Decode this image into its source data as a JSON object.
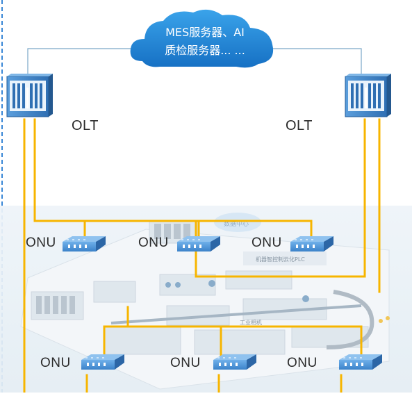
{
  "cloud": {
    "line1": "MES服务器、AI",
    "line2": "质检服务器... ..."
  },
  "olt": {
    "left_label": "OLT",
    "right_label": "OLT"
  },
  "onu_label": "ONU",
  "factory_cloud_label": "数据中心",
  "factory_plc_label": "机器智控制云化PLC",
  "factory_line_label": "工业相机",
  "colors": {
    "fiber": "#f7b500",
    "link": "#7aa7c7",
    "cloud": "#1f8ad6",
    "device": "#3f82c8",
    "border_dash": "#3a87d6"
  }
}
